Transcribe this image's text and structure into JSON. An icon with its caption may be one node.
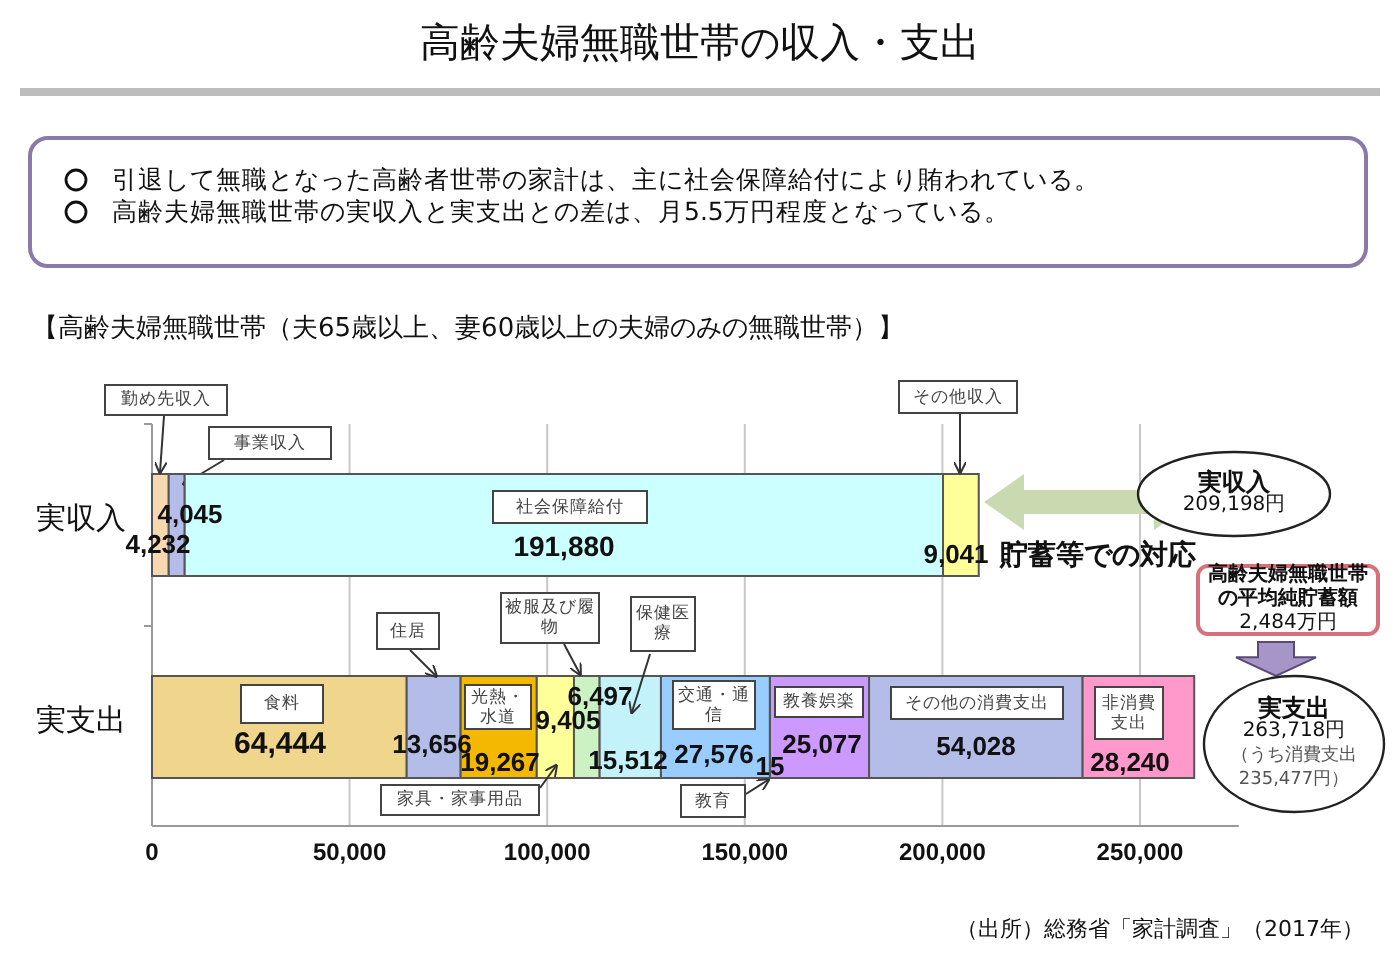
{
  "diagram": {
    "title": "高齢夫婦無職世帯の収入・支出",
    "nodes": [
      {
        "text": [
          "引退して無職となった高齢者世帯の家計は、主に社会保障給付により賄われている。",
          "高齢夫婦無職世帯の実収入と実支出との差は、月5.5万円程度となっている。"
        ]
      },
      {
        "text": [
          "実収入",
          "209,198円"
        ]
      },
      {
        "text": [
          "高齢夫婦無職世帯の平均純貯蓄額",
          "2,484万円"
        ]
      },
      {
        "text": [
          "実支出",
          "263,718円",
          "（うち消費支出235,477円）"
        ]
      }
    ],
    "edges": [
      {
        "from": 2,
        "to": 3,
        "arrow": "to"
      }
    ],
    "labels": [
      "【高齢夫婦無職世帯（夫65歳以上、妻60歳以上の夫婦のみの無職世帯）】",
      "貯蓄等での対応",
      "（出所）総務省「家計調査」（2017年）"
    ],
    "chart_data": {
      "type": "bar",
      "orientation": "horizontal",
      "stacked": true,
      "data_labels": true,
      "categories": [
        "実収入",
        "実支出"
      ],
      "series": [
        {
          "name": "勤め先収入",
          "color": "#f8d8b0",
          "values": [
            4232,
            null
          ],
          "value_labels": [
            "4,232",
            null
          ]
        },
        {
          "name": "事業収入",
          "color": "#b4bce8",
          "values": [
            4045,
            null
          ],
          "value_labels": [
            "4,045",
            null
          ]
        },
        {
          "name": "社会保障給付",
          "color": "#ccffff",
          "values": [
            191880,
            null
          ],
          "value_labels": [
            "191,880",
            null
          ]
        },
        {
          "name": "その他収入",
          "color": "#ffff99",
          "values": [
            9041,
            null
          ],
          "value_labels": [
            "9,041",
            null
          ]
        },
        {
          "name": "食料",
          "color": "#f0d68c",
          "values": [
            null,
            64444
          ],
          "value_labels": [
            null,
            "64,444"
          ]
        },
        {
          "name": "住居",
          "color": "#b4bce8",
          "values": [
            null,
            13656
          ],
          "value_labels": [
            null,
            "13,656"
          ]
        },
        {
          "name": "光熱・水道",
          "color": "#f5b800",
          "values": [
            null,
            19267
          ],
          "value_labels": [
            null,
            "19,267"
          ]
        },
        {
          "name": "家具・家事用品",
          "color": "#ffff99",
          "values": [
            null,
            9405
          ],
          "value_labels": [
            null,
            "9,405"
          ]
        },
        {
          "name": "被服及び履物",
          "color": "#ccf2c4",
          "values": [
            null,
            6497
          ],
          "value_labels": [
            null,
            "6,497"
          ]
        },
        {
          "name": "保健医療",
          "color": "#c4f2fa",
          "values": [
            null,
            15512
          ],
          "value_labels": [
            null,
            "15,512"
          ]
        },
        {
          "name": "交通・通信",
          "color": "#99ccff",
          "values": [
            null,
            27576
          ],
          "value_labels": [
            null,
            "27,576"
          ]
        },
        {
          "name": "教育",
          "color": "#99ccff",
          "values": [
            null,
            15
          ],
          "value_labels": [
            null,
            "15"
          ]
        },
        {
          "name": "教養娯楽",
          "color": "#cc99ff",
          "values": [
            null,
            25077
          ],
          "value_labels": [
            null,
            "25,077"
          ]
        },
        {
          "name": "その他の消費支出",
          "color": "#b4bce8",
          "values": [
            null,
            54028
          ],
          "value_labels": [
            null,
            "54,028"
          ]
        },
        {
          "name": "非消費支出",
          "color": "#ff99cc",
          "values": [
            null,
            28240
          ],
          "value_labels": [
            null,
            "28,240"
          ]
        }
      ],
      "grid": true,
      "xlim": [
        0,
        275000
      ],
      "xticks": [
        {
          "value": 0,
          "label": "0"
        },
        {
          "value": 50000,
          "label": "50,000"
        },
        {
          "value": 100000,
          "label": "100,000"
        },
        {
          "value": 150000,
          "label": "150,000"
        },
        {
          "value": 200000,
          "label": "200,000"
        },
        {
          "value": 250000,
          "label": "250,000"
        }
      ]
    }
  }
}
